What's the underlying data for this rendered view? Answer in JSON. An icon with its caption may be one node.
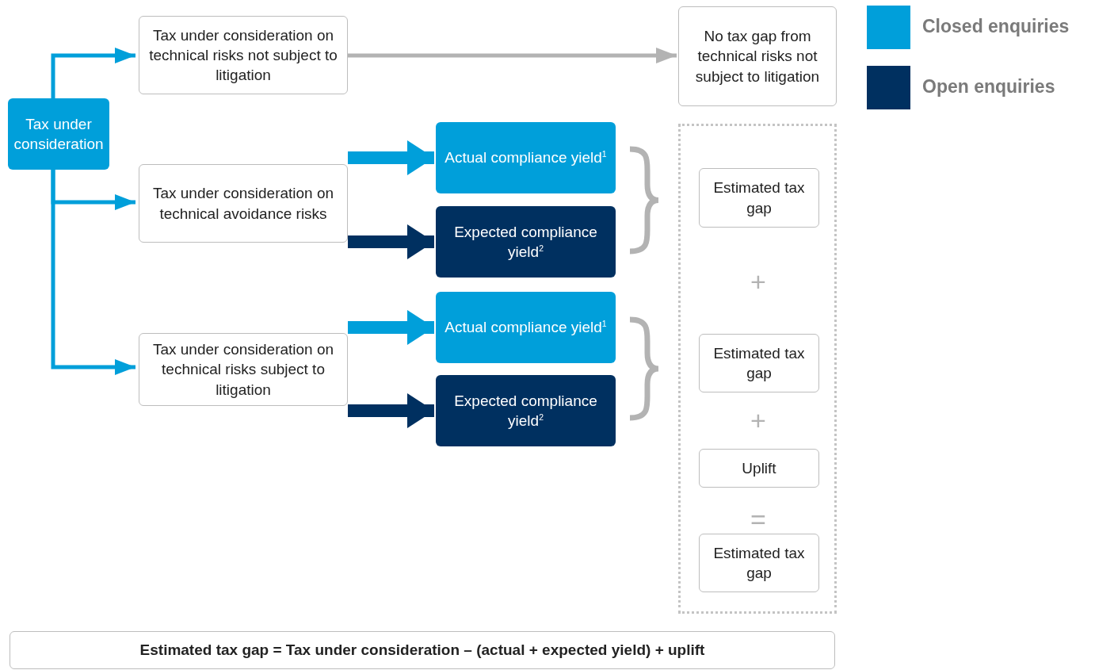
{
  "diagram": {
    "nodes": [
      {
        "text": [
          "Tax under consideration"
        ]
      },
      {
        "text": [
          "Tax under consideration on technical risks not subject to litigation"
        ]
      },
      {
        "text": [
          "No tax gap from technical risks not subject to litigation"
        ]
      },
      {
        "text": [
          "Tax under consideration on technical avoidance risks"
        ]
      },
      {
        "text": [
          "Actual compliance yield$^{1}$"
        ]
      },
      {
        "text": [
          "Expected compliance yield$^{2}$"
        ]
      },
      {
        "text": [
          "Tax under consideration on technical risks subject to litigation"
        ]
      },
      {
        "text": [
          "Actual compliance yield$^{1}$"
        ]
      },
      {
        "text": [
          "Expected compliance yield$^{2}$"
        ]
      },
      {
        "text": [],
        "shape": "box"
      },
      {
        "text": [
          "Estimated tax gap"
        ],
        "in": 9
      },
      {
        "text": [
          "Estimated tax gap"
        ],
        "in": 9
      },
      {
        "text": [
          "Uplift"
        ],
        "in": 9
      },
      {
        "text": [
          "Estimated tax gap"
        ],
        "in": 9
      },
      {
        "text": [
          "Estimated tax gap = Tax under consideration – (actual + expected yield) + uplift"
        ]
      }
    ],
    "edges": [
      {
        "from": 0,
        "to": 1,
        "arrow": "to"
      },
      {
        "from": 0,
        "to": 3,
        "arrow": "to"
      },
      {
        "from": 0,
        "to": 6,
        "arrow": "to"
      },
      {
        "from": 1,
        "to": 2,
        "arrow": "to",
        "color": "#b3b3b3"
      },
      {
        "from": 3,
        "to": 4,
        "arrow": "to",
        "style": "thick"
      },
      {
        "from": 3,
        "to": 5,
        "arrow": "to",
        "style": "thick",
        "color": "#003060"
      },
      {
        "from": 6,
        "to": 7,
        "arrow": "to",
        "style": "thick"
      },
      {
        "from": 6,
        "to": 8,
        "arrow": "to",
        "style": "thick",
        "color": "#003060"
      }
    ],
    "labels": [
      "+",
      "+",
      "="
    ],
    "legend": [
      {
        "text": "Closed enquiries",
        "color": "#009fda"
      },
      {
        "text": "Open enquiries",
        "color": "#003060"
      }
    ]
  }
}
